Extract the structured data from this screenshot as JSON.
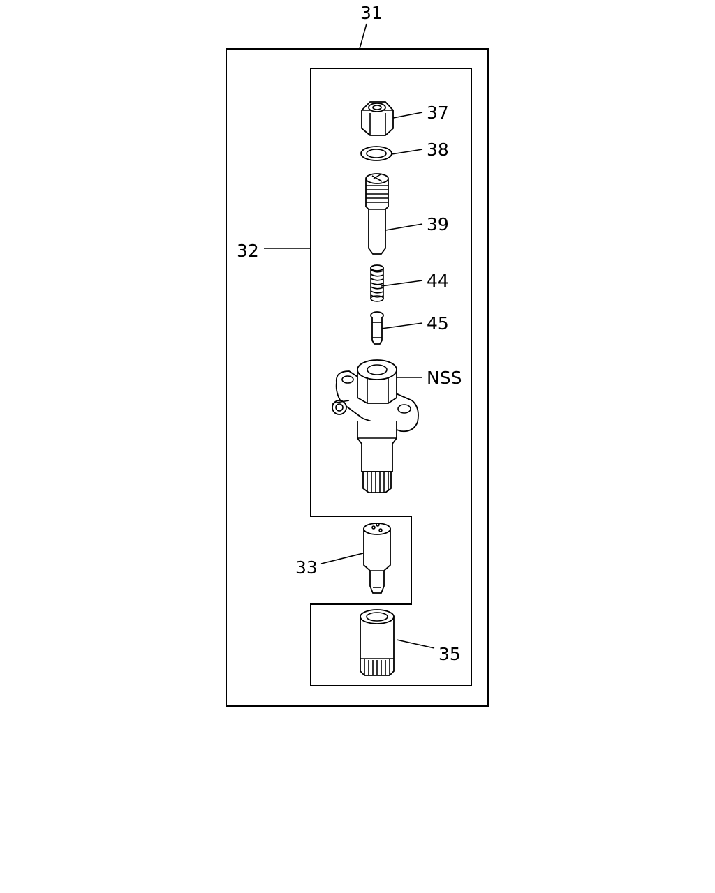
{
  "callouts": {
    "c31": "31",
    "c32": "32",
    "c37": "37",
    "c38": "38",
    "c39": "39",
    "c44": "44",
    "c45": "45",
    "nss": "NSS",
    "c33": "33",
    "c35": "35"
  },
  "colors": {
    "line": "#000000",
    "background": "#ffffff"
  }
}
